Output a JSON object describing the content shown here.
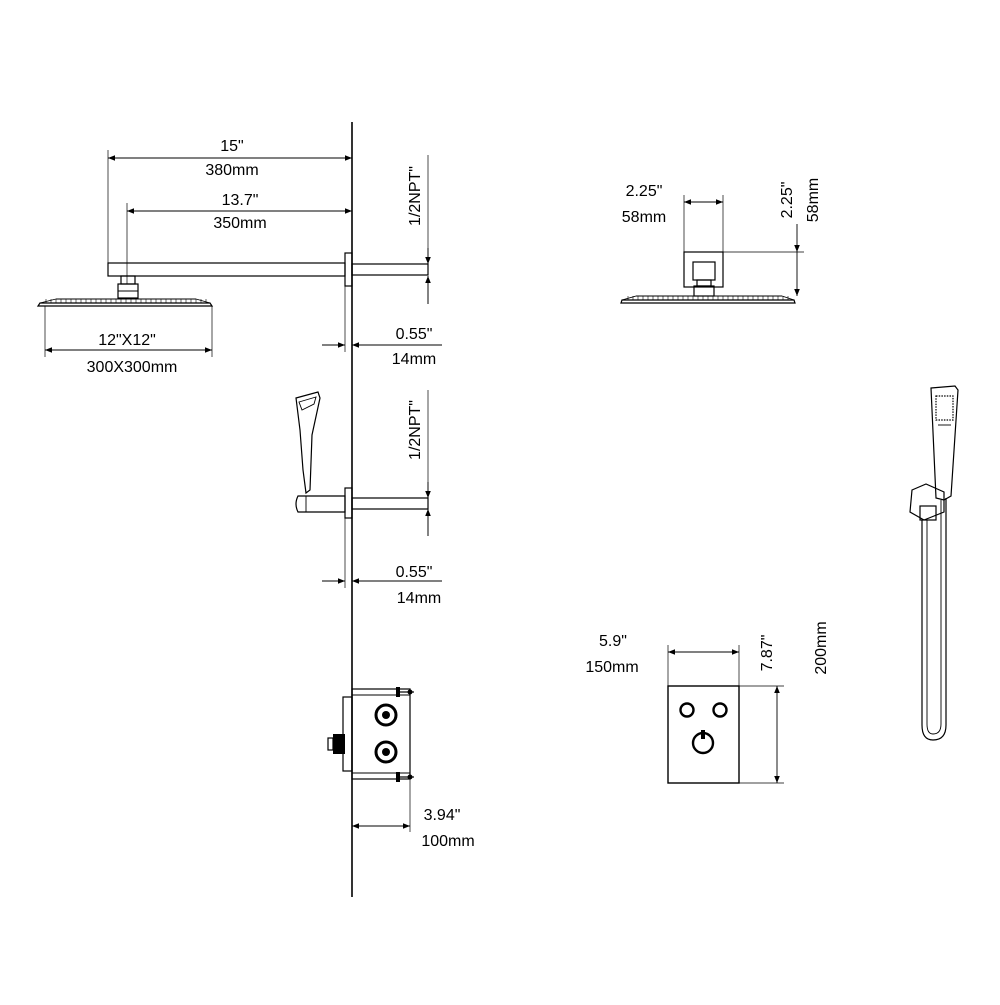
{
  "shower_head": {
    "arm_length_in": "15\"",
    "arm_length_mm": "380mm",
    "arm_reach_in": "13.7\"",
    "arm_reach_mm": "350mm",
    "head_size_in": "12\"X12\"",
    "head_size_mm": "300X300mm",
    "thread": "1/2NPT\"",
    "flange_in": "0.55\"",
    "flange_mm": "14mm"
  },
  "handheld": {
    "thread": "1/2NPT\"",
    "flange_in": "0.55\"",
    "flange_mm": "14mm"
  },
  "valve": {
    "depth_in": "3.94\"",
    "depth_mm": "100mm"
  },
  "head_side": {
    "width_in": "2.25\"",
    "width_mm": "58mm",
    "height_in": "2.25\"",
    "height_mm": "58mm"
  },
  "trim_plate": {
    "width_in": "5.9\"",
    "width_mm": "150mm",
    "height_in": "7.87\"",
    "height_mm": "200mm"
  }
}
